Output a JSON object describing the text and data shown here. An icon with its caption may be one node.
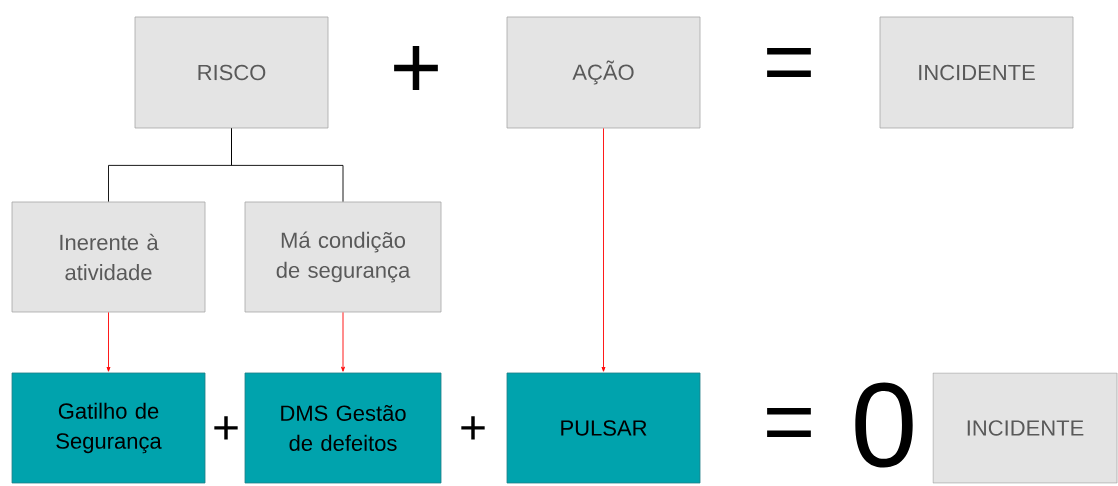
{
  "diagram": {
    "nodes": [
      {
        "text": [
          "RISCO"
        ]
      },
      {
        "text": [
          "AÇÃO"
        ]
      },
      {
        "text": [
          "INCIDENTE"
        ]
      },
      {
        "text": [
          "Inerente à atividade"
        ]
      },
      {
        "text": [
          "Má condição de segurança"
        ]
      },
      {
        "text": [
          "Gatilho de Segurança"
        ]
      },
      {
        "text": [
          "DMS Gestão de defeitos"
        ]
      },
      {
        "text": [
          "PULSAR"
        ]
      },
      {
        "text": [
          "INCIDENTE"
        ]
      }
    ],
    "edges": [
      {
        "from": 0,
        "to": 3,
        "arrow": "none",
        "color": "#000000"
      },
      {
        "from": 0,
        "to": 4,
        "arrow": "none",
        "color": "#000000"
      },
      {
        "from": 3,
        "to": 5,
        "arrow": "to"
      },
      {
        "from": 4,
        "to": 6,
        "arrow": "to"
      },
      {
        "from": 1,
        "to": 7,
        "arrow": "to"
      }
    ],
    "labels": [
      "+",
      "=",
      "+",
      "+",
      "=",
      "0"
    ]
  }
}
